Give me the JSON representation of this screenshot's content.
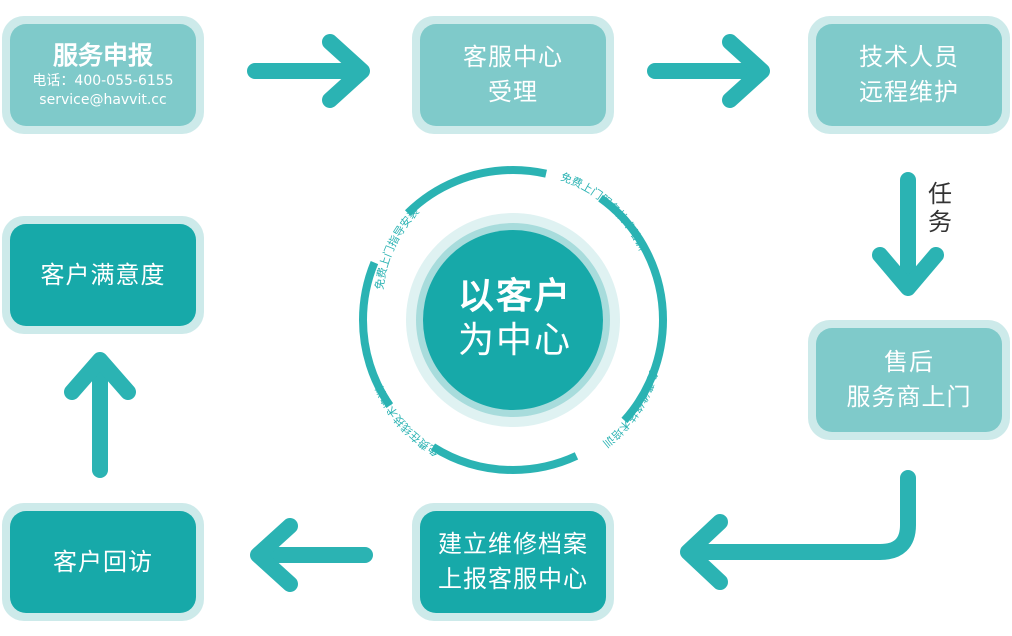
{
  "nodes": {
    "service_report": {
      "title": "服务申报",
      "phone": "电话：400-055-6155",
      "email": "service@havvit.cc"
    },
    "cs_center": {
      "line1": "客服中心",
      "line2": "受理"
    },
    "tech_staff": {
      "line1": "技术人员",
      "line2": "远程维护"
    },
    "after_sales": {
      "line1": "售后",
      "line2": "服务商上门"
    },
    "archive": {
      "line1": "建立维修档案",
      "line2": "上报客服中心"
    },
    "return_visit": {
      "line1": "客户回访"
    },
    "satisfaction": {
      "line1": "客户满意度"
    }
  },
  "task_label": [
    "任",
    "务"
  ],
  "center": {
    "line1": "以客户",
    "line2": "为中心",
    "ring_texts": {
      "top_left": "免费上门指导安装",
      "top_right": "免费上门服务技术培训",
      "bottom_right": "免费维修技术培训",
      "bottom_left": "免费在线技术培训"
    }
  },
  "colors": {
    "arrow": "#2bb3b3",
    "node_light": "#7fcaca",
    "node_dark": "#17a9a9",
    "node_border": "#cdeaea"
  }
}
